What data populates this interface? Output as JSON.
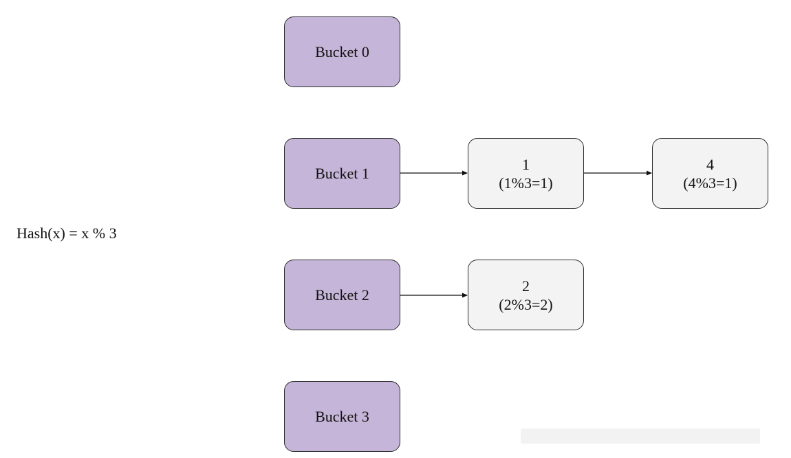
{
  "hash_function": "Hash(x) = x % 3",
  "buckets": [
    {
      "label": "Bucket 0"
    },
    {
      "label": "Bucket 1"
    },
    {
      "label": "Bucket 2"
    },
    {
      "label": "Bucket 3"
    }
  ],
  "nodes": [
    {
      "value": "1",
      "calc": "(1%3=1)"
    },
    {
      "value": "4",
      "calc": "(4%3=1)"
    },
    {
      "value": "2",
      "calc": "(2%3=2)"
    }
  ],
  "colors": {
    "bucket_fill": "#c5b5d8",
    "node_fill": "#f3f3f3",
    "stroke": "#2b2b2b"
  }
}
